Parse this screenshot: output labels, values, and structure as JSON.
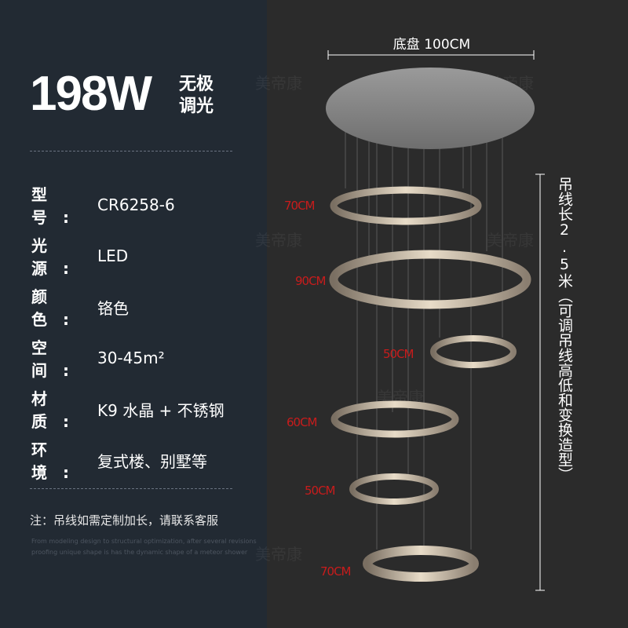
{
  "headline": {
    "power": "198W",
    "dimming": "无极调光"
  },
  "specs": [
    {
      "label": "型 号:",
      "value": "CR6258-6"
    },
    {
      "label": "光 源:",
      "value": "LED"
    },
    {
      "label": "颜 色:",
      "value": "铬色"
    },
    {
      "label": "空 间:",
      "value": "30-45m²"
    },
    {
      "label": "材 质:",
      "value": "K9 水晶 + 不锈钢"
    },
    {
      "label": "环 境:",
      "value": "复式楼、别墅等"
    }
  ],
  "note": "注：吊线如需定制加长，请联系客服",
  "english_text": "From modeling design to structural optimization, after several revisions proofing unique shape is has the dynamic shape of a meteor shower",
  "watermark": "美帝康",
  "canopy_label": "底盘 100CM",
  "cable_label": "吊线长2.5米（可调吊线高低和变换造型）",
  "ring_labels": [
    "70CM",
    "90CM",
    "50CM",
    "60CM",
    "50CM",
    "70CM"
  ],
  "colors": {
    "label_red": "#c81c1c",
    "left_bg": "#222a33",
    "right_bg": "#2b2b2b"
  }
}
